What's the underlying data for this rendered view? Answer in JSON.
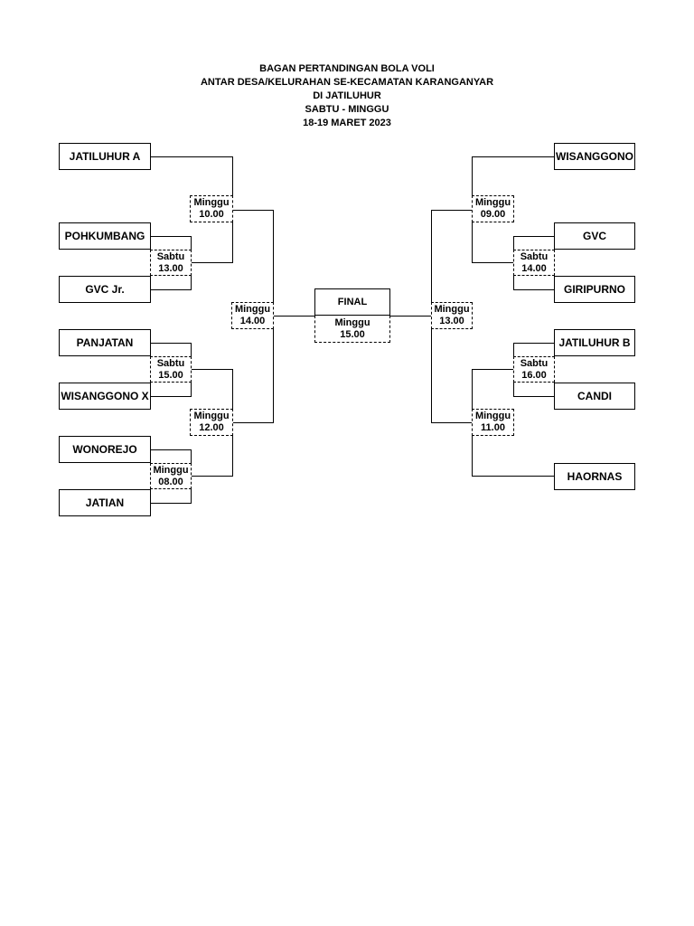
{
  "title": {
    "line1": "BAGAN PERTANDINGAN BOLA VOLI",
    "line2": "ANTAR DESA/KELURAHAN SE-KECAMATAN KARANGANYAR",
    "line3": "DI JATILUHUR",
    "line4": "SABTU - MINGGU",
    "line5": "18-19 MARET 2023"
  },
  "left_teams": [
    "JATILUHUR A",
    "POHKUMBANG",
    "GVC Jr.",
    "PANJATAN",
    "WISANGGONO X",
    "WONOREJO",
    "JATIAN"
  ],
  "right_teams": [
    "WISANGGONO",
    "GVC",
    "GIRIPURNO",
    "JATILUHUR B",
    "CANDI",
    "HAORNAS"
  ],
  "schedules": {
    "l_pohkumbang_gvcjr": {
      "day": "Sabtu",
      "time": "13.00"
    },
    "l_panjatan_wisanggonox": {
      "day": "Sabtu",
      "time": "15.00"
    },
    "l_wonorejo_jatian": {
      "day": "Minggu",
      "time": "08.00"
    },
    "l_top_semi": {
      "day": "Minggu",
      "time": "10.00"
    },
    "l_bottom_semi": {
      "day": "Minggu",
      "time": "12.00"
    },
    "l_final": {
      "day": "Minggu",
      "time": "14.00"
    },
    "r_gvc_giripurno": {
      "day": "Sabtu",
      "time": "14.00"
    },
    "r_jatiluhurb_candi": {
      "day": "Sabtu",
      "time": "16.00"
    },
    "r_top_semi": {
      "day": "Minggu",
      "time": "09.00"
    },
    "r_bottom_semi": {
      "day": "Minggu",
      "time": "11.00"
    },
    "r_final": {
      "day": "Minggu",
      "time": "13.00"
    }
  },
  "final": {
    "label": "FINAL",
    "day": "Minggu",
    "time": "15.00"
  }
}
